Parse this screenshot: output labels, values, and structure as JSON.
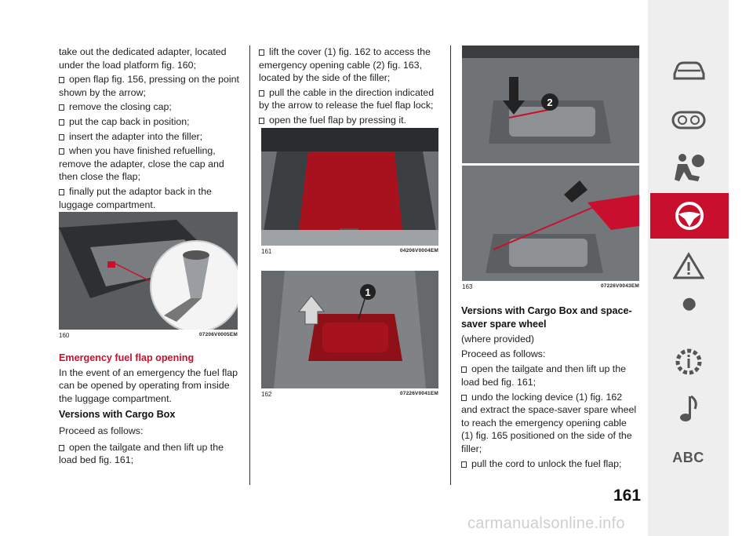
{
  "col1": {
    "line1": "take out the dedicated adapter, located under the load platform fig. 160;",
    "bullets": [
      "open flap fig. 156, pressing on the point shown by the arrow;",
      "remove the closing cap;",
      "put the cap back in position;",
      "insert the adapter into the filler;",
      "when you have finished refuelling, remove the adapter, close the cap and then close the flap;",
      "finally put the adaptor back in the luggage compartment."
    ],
    "fig160": {
      "num": "160",
      "code": "07206V0005EM"
    },
    "heading_red": "Emergency fuel flap opening",
    "para1": "In the event of an emergency the fuel flap can be opened by operating from inside the luggage compartment.",
    "heading_cargo": "Versions with Cargo Box",
    "proceed": "Proceed as follows:",
    "bullet_last": "open the tailgate and then lift up the load bed fig. 161;"
  },
  "col2": {
    "bullets": [
      "lift the cover (1) fig. 162 to access the emergency opening cable (2) fig. 163, located by the side of the filler;",
      "pull the cable in the direction indicated by the arrow to release the fuel flap lock;",
      "open the fuel flap by pressing it."
    ],
    "fig161": {
      "num": "161",
      "code": "04206V0004EM"
    },
    "fig162": {
      "num": "162",
      "code": "07226V0041EM",
      "callout": "1"
    }
  },
  "col3": {
    "fig163": {
      "num": "163",
      "code": "07226V0043EM",
      "callout": "2"
    },
    "heading": "Versions with Cargo Box and space-saver spare wheel",
    "where": "(where provided)",
    "proceed": "Proceed as follows:",
    "bullets": [
      "open the tailgate and then lift up the load bed fig. 161;",
      "undo the locking device (1) fig. 162 and extract the space-saver spare wheel to reach the emergency opening cable (1) fig. 165 positioned on the side of the filler;",
      "pull the cord to unlock the fuel flap;"
    ]
  },
  "sidebar": {
    "items": [
      "car-icon",
      "dashboard-icon",
      "airbag-icon",
      "steering-wheel-icon",
      "warning-icon",
      "wrench-icon",
      "gear-info-icon",
      "music-icon",
      "abc-label"
    ],
    "abc": "ABC",
    "active_index": 3,
    "accent": "#c8102e"
  },
  "page_number": "161",
  "watermark": "carmanualsonline.info"
}
